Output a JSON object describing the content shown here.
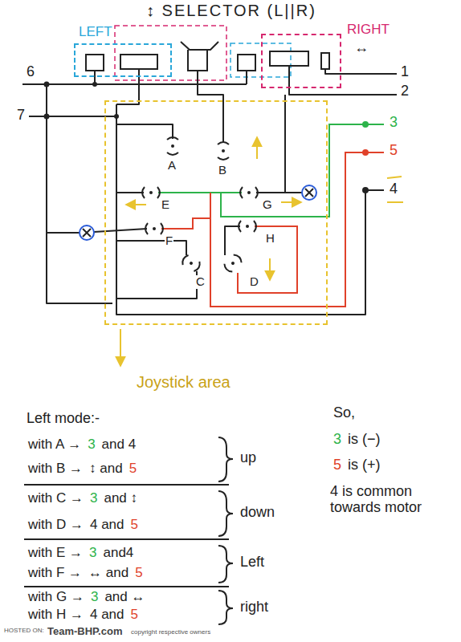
{
  "diagram": {
    "title": "↕ SELECTOR (L||R)",
    "nodes": [
      {
        "text": [
          "LEFT"
        ]
      },
      {
        "text": [
          "RIGHT"
        ]
      },
      {
        "text": [
          "Joystick area"
        ]
      }
    ],
    "labels": [
      "6",
      "7",
      "↔",
      "1",
      "2",
      "A",
      "B",
      "3",
      "5",
      "E",
      "G",
      "4",
      "F",
      "H",
      "C",
      "D",
      "Left mode:-",
      "with A →",
      "3",
      "and 4",
      "with B →",
      "↕ and",
      "5",
      "up",
      "with C →",
      "3",
      "and ↕",
      "down",
      "with D →",
      "4 and",
      "5",
      "with E →",
      "3",
      "and4",
      "Left",
      "with F →",
      "↔ and",
      "5",
      "with G →",
      "3",
      "and ↔",
      "right",
      "with H →",
      "4 and",
      "5",
      "So,",
      "3",
      "is (−)",
      "5",
      "is (+)",
      "4 is common towards motor",
      "HOSTED ON:",
      "Team-BHP.com",
      "copyright respective owners"
    ]
  }
}
